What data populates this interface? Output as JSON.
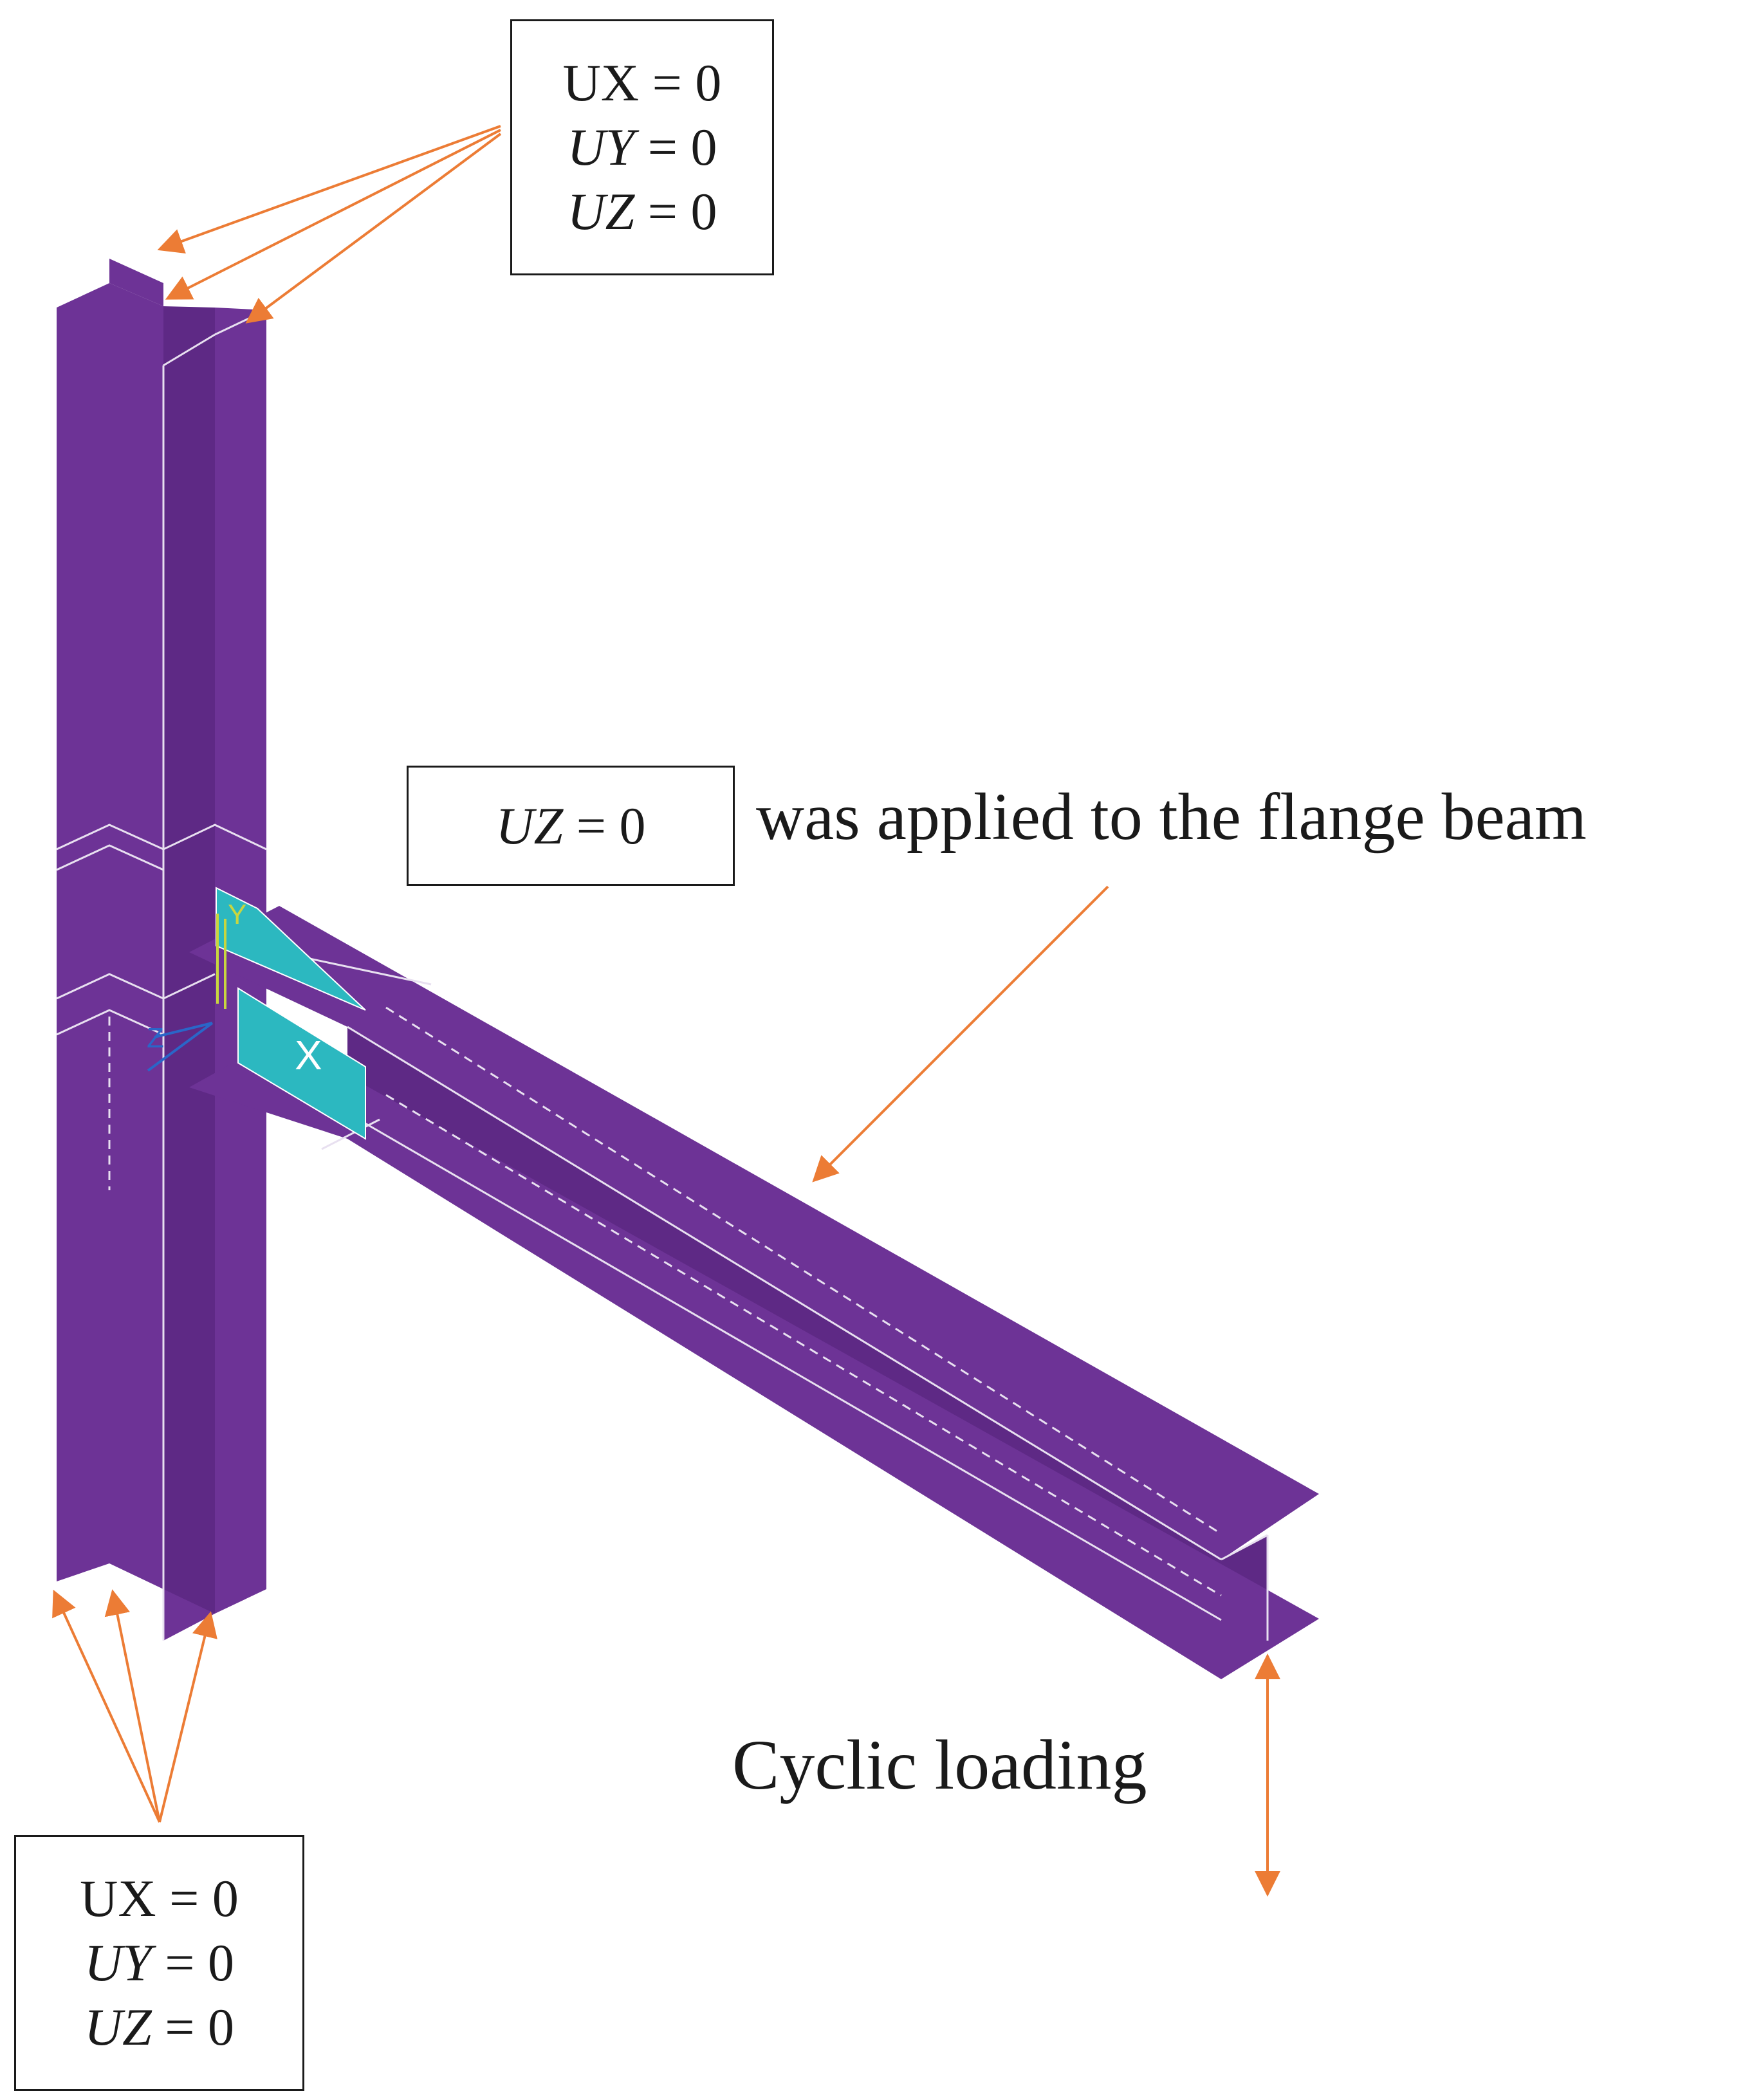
{
  "colors": {
    "steel": "#6d3396",
    "steel_dark": "#5e2985",
    "mesh_line": "#e8e0f0",
    "stiffener": "#2cb8c0",
    "arrow": "#ec7c35",
    "ink": "#1a1a1a"
  },
  "top_support": {
    "lines": [
      {
        "symbol": "UX",
        "style": "upright",
        "value": " = 0"
      },
      {
        "symbol": "UY",
        "style": "italic",
        "value": " = 0"
      },
      {
        "symbol": "UZ",
        "style": "italic",
        "value": " = 0"
      }
    ]
  },
  "bottom_support": {
    "lines": [
      {
        "symbol": "UX",
        "style": "upright",
        "value": " = 0"
      },
      {
        "symbol": "UY",
        "style": "italic",
        "value": " = 0"
      },
      {
        "symbol": "UZ",
        "style": "italic",
        "value": " = 0"
      }
    ]
  },
  "flange_constraint": {
    "symbol": "UZ",
    "value": " = 0",
    "caption": "was applied to the flange beam"
  },
  "load": {
    "caption": "Cyclic loading"
  },
  "model": {
    "axis_label": "X",
    "triad_labels": [
      "Y",
      "Z"
    ]
  }
}
